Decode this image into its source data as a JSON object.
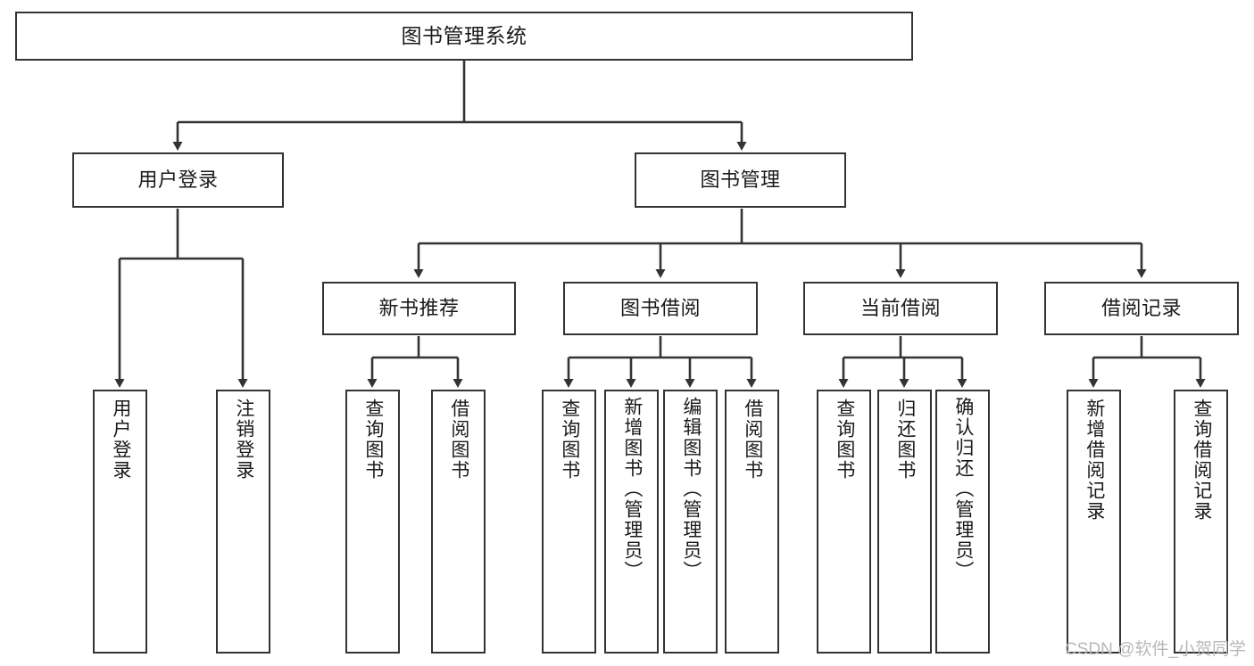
{
  "diagram": {
    "title": "图书管理系统",
    "type": "function-structure-tree",
    "watermark": "CSDN @软件_小贺同学",
    "line_color": "#333333",
    "box_border_color": "#333333",
    "background_color": "#ffffff",
    "text_color": "#1a1a1a"
  },
  "levels": {
    "root": {
      "label": "图书管理系统"
    },
    "level2": [
      {
        "label": "用户登录"
      },
      {
        "label": "图书管理"
      }
    ],
    "level3": [
      {
        "label": "新书推荐"
      },
      {
        "label": "图书借阅"
      },
      {
        "label": "当前借阅"
      },
      {
        "label": "借阅记录"
      }
    ],
    "leaves": {
      "user_login": [
        {
          "label": "用户登录"
        },
        {
          "label": "注销登录"
        }
      ],
      "new_book_recommend": [
        {
          "label": "查询图书"
        },
        {
          "label": "借阅图书"
        }
      ],
      "book_borrow": [
        {
          "label": "查询图书"
        },
        {
          "label": "新增图书（管理员）"
        },
        {
          "label": "编辑图书（管理员）"
        },
        {
          "label": "借阅图书"
        }
      ],
      "current_borrow": [
        {
          "label": "查询图书"
        },
        {
          "label": "归还图书"
        },
        {
          "label": "确认归还（管理员）"
        }
      ],
      "borrow_record": [
        {
          "label": "新增借阅记录"
        },
        {
          "label": "查询借阅记录"
        }
      ]
    }
  }
}
